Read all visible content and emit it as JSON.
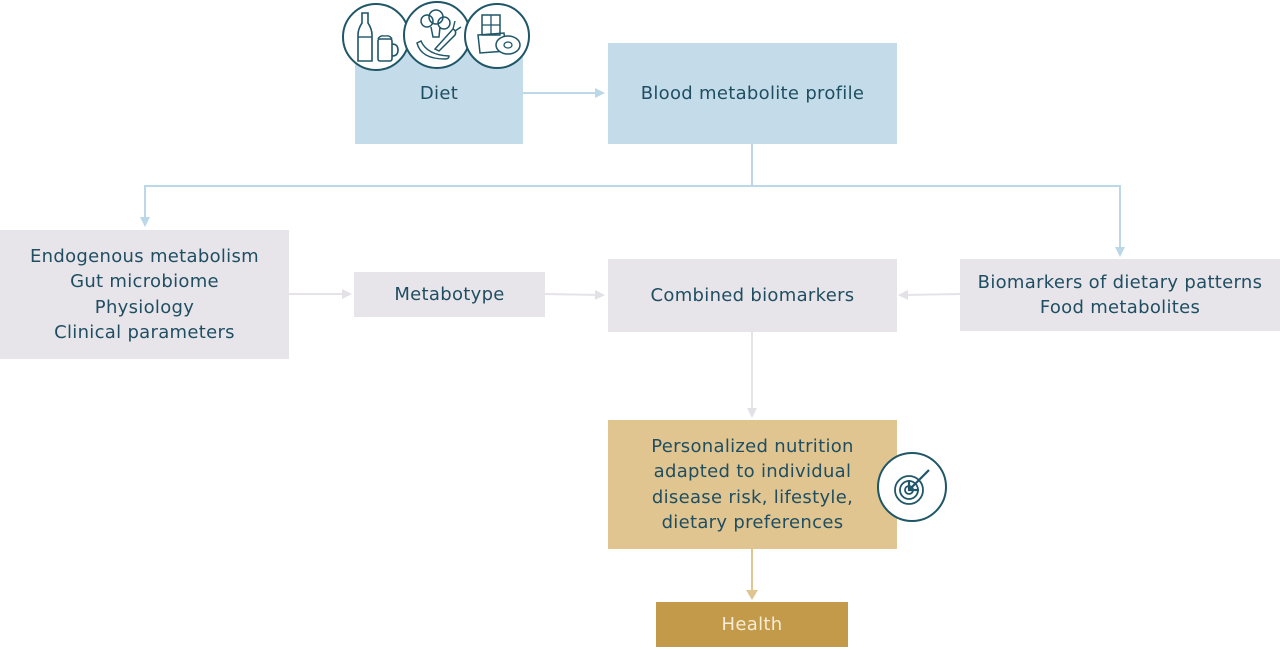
{
  "diagram": {
    "nodes": {
      "diet": {
        "label": "Diet"
      },
      "blood_profile": {
        "label": "Blood metabolite profile"
      },
      "endogenous": {
        "lines": [
          "Endogenous metabolism",
          "Gut microbiome",
          "Physiology",
          "Clinical parameters"
        ]
      },
      "metabotype": {
        "label": "Metabotype"
      },
      "combined": {
        "label": "Combined biomarkers"
      },
      "biomarkers": {
        "lines": [
          "Biomarkers of dietary patterns",
          "Food metabolites"
        ]
      },
      "personalized": {
        "lines": [
          "Personalized nutrition",
          "adapted to individual",
          "disease risk, lifestyle,",
          "dietary preferences"
        ]
      },
      "health": {
        "label": "Health"
      }
    },
    "icons": {
      "diet_icons": [
        "drinks-icon",
        "vegetables-fruit-icon",
        "sweets-icon"
      ],
      "target_icon": "target-icon"
    },
    "colors": {
      "blue_box": "#c4dce9",
      "grey_box": "#e8e5ea",
      "gold_box": "#e0c590",
      "health_box": "#c29a4a",
      "text": "#1f4e62",
      "icon_stroke": "#1f5668",
      "blue_arrow": "#c4dce9",
      "grey_arrow": "#e6e3e8",
      "gold_arrow": "#e0c590"
    }
  }
}
